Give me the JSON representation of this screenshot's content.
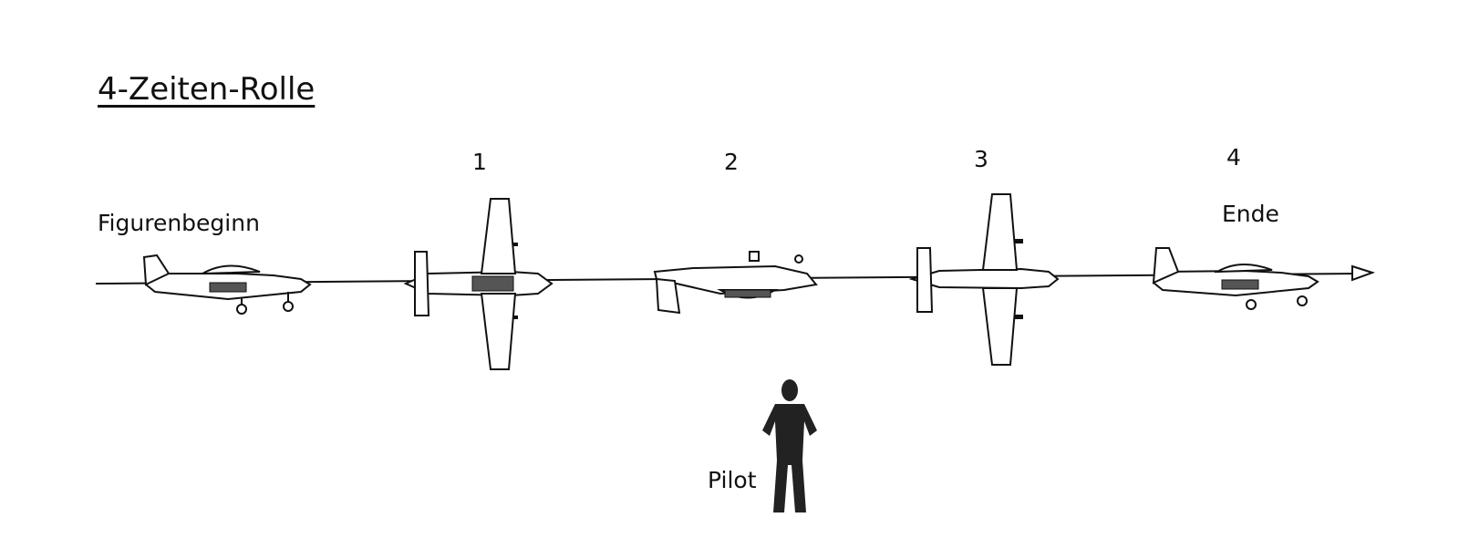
{
  "title": "4-Zeiten-Rolle",
  "labels": {
    "start": "Figurenbeginn",
    "step1": "1",
    "step2": "2",
    "step3": "3",
    "step4": "4",
    "end": "Ende",
    "pilot": "Pilot"
  }
}
